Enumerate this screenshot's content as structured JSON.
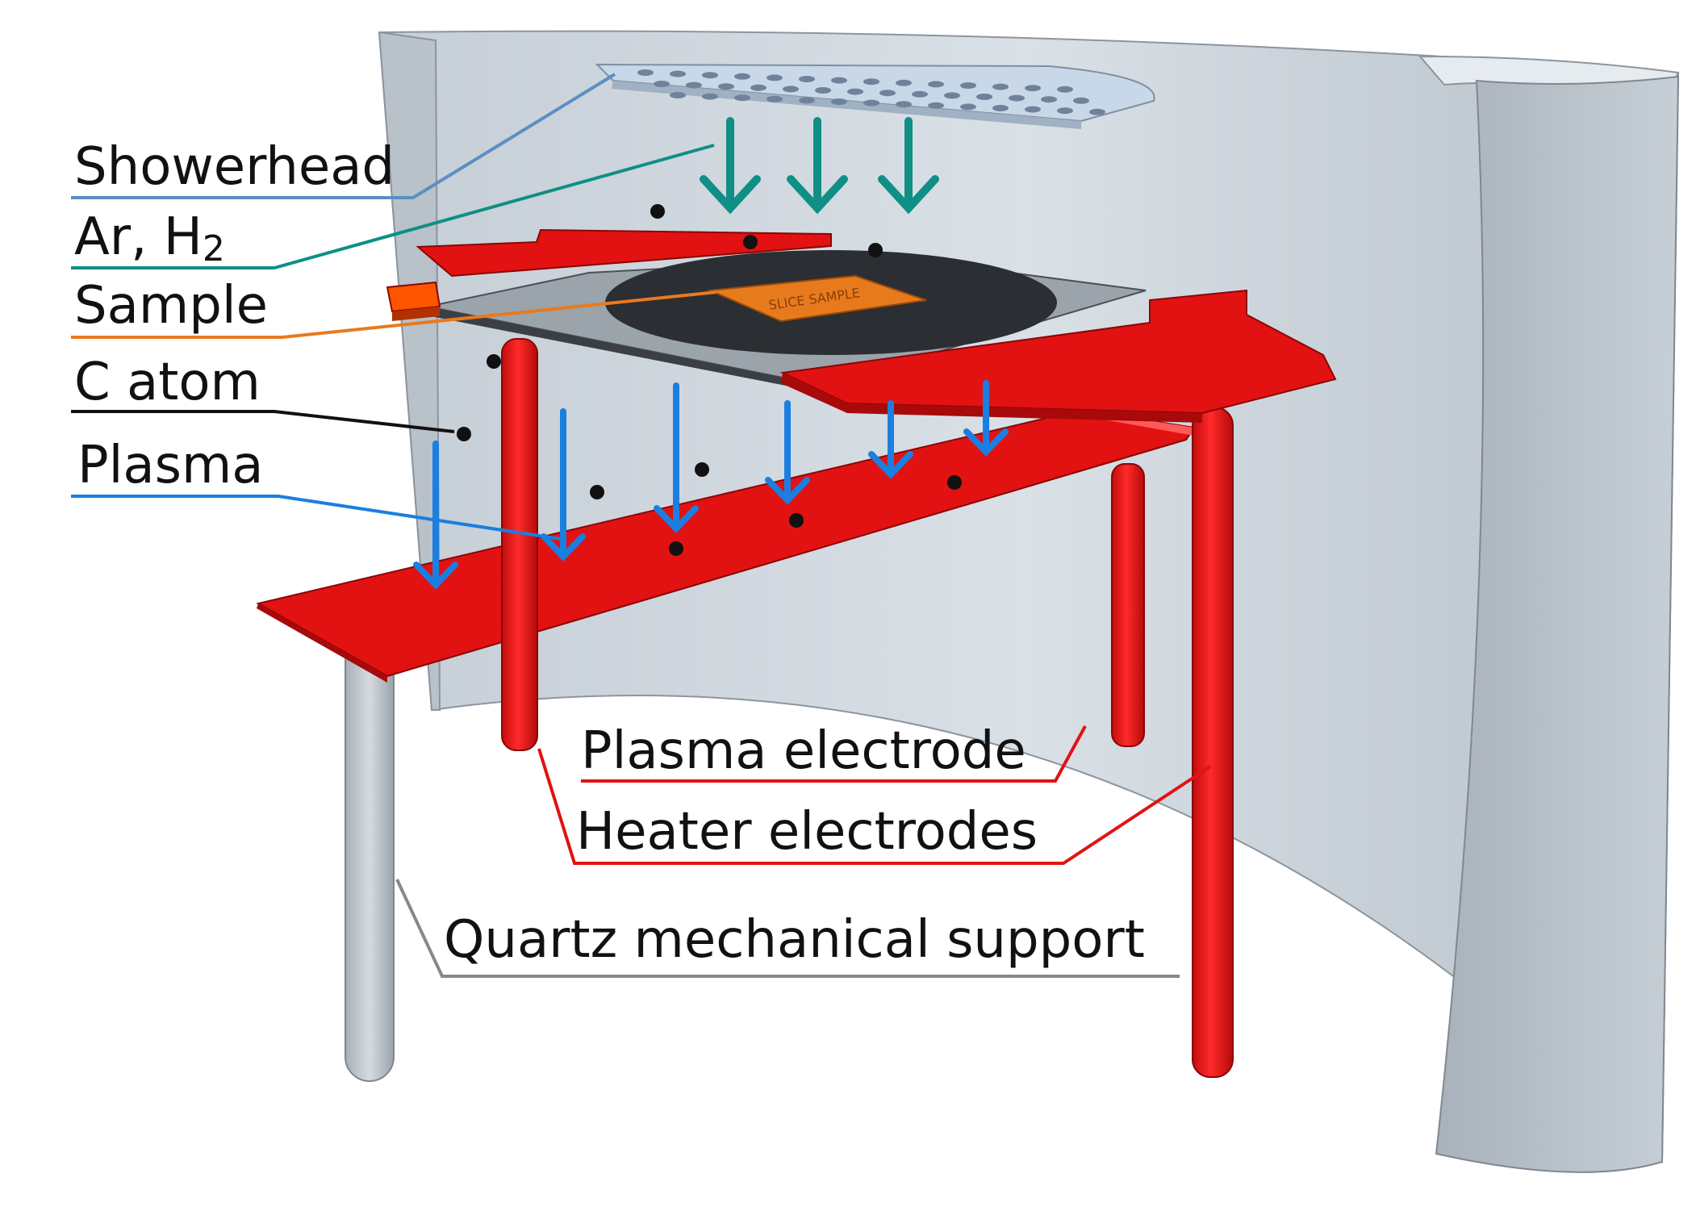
{
  "labels": {
    "showerhead": "Showerhead",
    "ar_h": "Ar, H",
    "ar_h_sub": "2",
    "sample": "Sample",
    "c_atom": "C atom",
    "plasma": "Plasma",
    "plasma_electrode": "Plasma electrode",
    "heater_electrodes": "Heater electrodes",
    "quartz_support": "Quartz mechanical support"
  },
  "sample_text": "SLICE SAMPLE",
  "colors": {
    "chamber_wall": "#cfd7df",
    "electrode_red": "#e41414",
    "plasma_arrow": "#1a7fe0",
    "gas_arrow": "#0f8f86",
    "sample_orange": "#e87a1e",
    "showerhead": "#c9d8e8",
    "carbon_atom": "#111111"
  }
}
